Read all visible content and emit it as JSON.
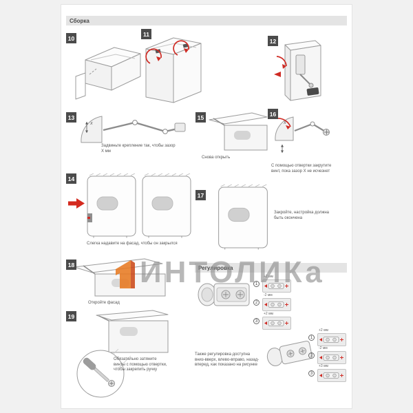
{
  "page": {
    "assembly_title": "Сборка",
    "adjustment_title": "Регулировка"
  },
  "watermark": {
    "text": "ИНТОЛИКа"
  },
  "labels": {
    "gap": "X"
  },
  "steps": {
    "s10": {
      "num": "10"
    },
    "s11": {
      "num": "11"
    },
    "s12": {
      "num": "12"
    },
    "s13": {
      "num": "13",
      "caption": "Задвиньте крепление так, чтобы зазор X мм"
    },
    "s14": {
      "num": "14",
      "caption": "Слегка надавите на фасад, чтобы он закрылся"
    },
    "s15": {
      "num": "15",
      "caption": "Снова открыть"
    },
    "s16": {
      "num": "16",
      "caption": "С помощью отвертки закрутите винт, пока зазор X не исчезнет"
    },
    "s17": {
      "num": "17",
      "caption": "Закройте, настройка должна быть окончена"
    },
    "s18": {
      "num": "18",
      "caption": "Откройте фасад"
    },
    "s19": {
      "num": "19",
      "caption": "Обязательно затяните винты с помощью отвертки, чтобы закрепить ручку"
    }
  },
  "adjustment": {
    "note": "Также регулировка доступна вниз-вверх, влево-вправо, назад-вперед, как показано на рисунке",
    "group1": [
      {
        "num": "1",
        "value": "+2 мм"
      },
      {
        "num": "2",
        "value": "-2 мм"
      },
      {
        "num": "3",
        "value": "+2 мм"
      }
    ],
    "group2": [
      {
        "num": "1",
        "value": "+2 мм"
      },
      {
        "num": "2",
        "value": "-2 мм"
      },
      {
        "num": "3",
        "value": "+3 мм"
      }
    ]
  },
  "colors": {
    "accent_red": "#d42a1f",
    "logo_orange": "#e87a22",
    "band_gray": "#e4e4e4",
    "badge_gray": "#4b4b4b"
  }
}
